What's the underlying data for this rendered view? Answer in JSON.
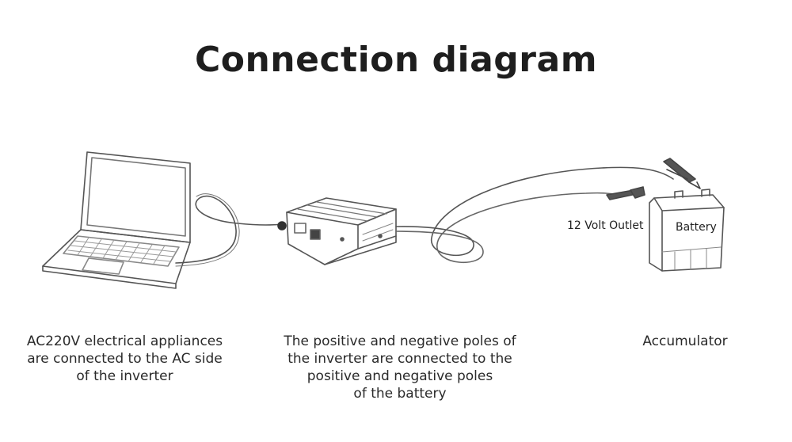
{
  "title": "Connection diagram",
  "labels": {
    "outlet": "12 Volt Outlet",
    "battery": "Battery"
  },
  "captions": {
    "appliances": [
      "AC220V electrical appliances",
      "are connected to the AC side",
      "of the inverter"
    ],
    "inverter": [
      "The positive and negative poles of",
      "the inverter are connected to the",
      "positive and negative poles",
      "of the battery"
    ],
    "accumulator": [
      "Accumulator"
    ]
  },
  "icons": [
    "laptop-icon",
    "inverter-icon",
    "battery-icon",
    "clamp-icon"
  ],
  "colors": {
    "line": "#555555",
    "text": "#222222",
    "background": "#ffffff"
  }
}
